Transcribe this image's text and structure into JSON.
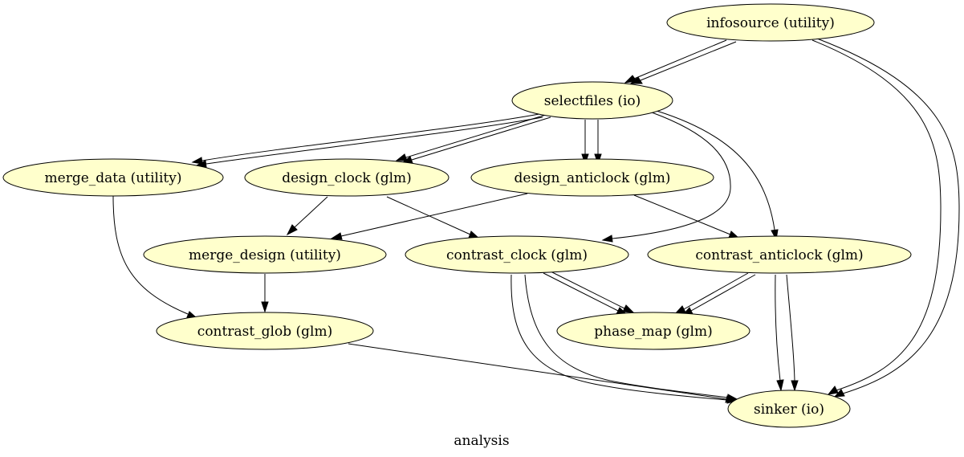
{
  "graph": {
    "caption": "analysis",
    "node_fill": "#ffffcc",
    "node_stroke": "#000000",
    "edge_color": "#000000"
  },
  "nodes": {
    "infosource": {
      "label": "infosource (utility)"
    },
    "selectfiles": {
      "label": "selectfiles (io)"
    },
    "merge_data": {
      "label": "merge_data (utility)"
    },
    "design_clock": {
      "label": "design_clock (glm)"
    },
    "design_anticlock": {
      "label": "design_anticlock (glm)"
    },
    "merge_design": {
      "label": "merge_design (utility)"
    },
    "contrast_clock": {
      "label": "contrast_clock (glm)"
    },
    "contrast_anticlock": {
      "label": "contrast_anticlock (glm)"
    },
    "contrast_glob": {
      "label": "contrast_glob (glm)"
    },
    "phase_map": {
      "label": "phase_map (glm)"
    },
    "sinker": {
      "label": "sinker (io)"
    }
  },
  "edges": [
    {
      "from": "infosource",
      "to": "selectfiles"
    },
    {
      "from": "infosource",
      "to": "selectfiles"
    },
    {
      "from": "infosource",
      "to": "sinker"
    },
    {
      "from": "infosource",
      "to": "sinker"
    },
    {
      "from": "selectfiles",
      "to": "merge_data"
    },
    {
      "from": "selectfiles",
      "to": "merge_data"
    },
    {
      "from": "selectfiles",
      "to": "design_clock"
    },
    {
      "from": "selectfiles",
      "to": "design_clock"
    },
    {
      "from": "selectfiles",
      "to": "design_anticlock"
    },
    {
      "from": "selectfiles",
      "to": "design_anticlock"
    },
    {
      "from": "selectfiles",
      "to": "contrast_clock"
    },
    {
      "from": "selectfiles",
      "to": "contrast_anticlock"
    },
    {
      "from": "merge_data",
      "to": "contrast_glob"
    },
    {
      "from": "design_clock",
      "to": "merge_design"
    },
    {
      "from": "design_clock",
      "to": "contrast_clock"
    },
    {
      "from": "design_anticlock",
      "to": "merge_design"
    },
    {
      "from": "design_anticlock",
      "to": "contrast_anticlock"
    },
    {
      "from": "merge_design",
      "to": "contrast_glob"
    },
    {
      "from": "contrast_clock",
      "to": "phase_map"
    },
    {
      "from": "contrast_clock",
      "to": "phase_map"
    },
    {
      "from": "contrast_clock",
      "to": "sinker"
    },
    {
      "from": "contrast_clock",
      "to": "sinker"
    },
    {
      "from": "contrast_anticlock",
      "to": "phase_map"
    },
    {
      "from": "contrast_anticlock",
      "to": "phase_map"
    },
    {
      "from": "contrast_anticlock",
      "to": "sinker"
    },
    {
      "from": "contrast_anticlock",
      "to": "sinker"
    },
    {
      "from": "contrast_glob",
      "to": "sinker"
    }
  ]
}
